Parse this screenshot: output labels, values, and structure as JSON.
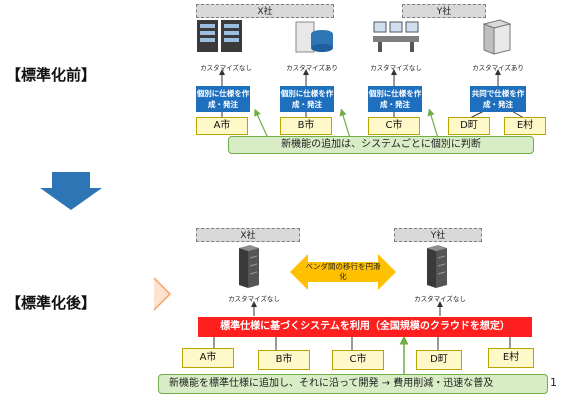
{
  "before": {
    "heading": "【標準化前】",
    "vendors": [
      "X社",
      "Y社"
    ],
    "customize_labels": [
      "カスタマイズなし",
      "カスタマイズあり",
      "カスタマイズなし",
      "カスタマイズあり"
    ],
    "spec_boxes": [
      "個別に仕様を作成・発注",
      "個別に仕様を作成・発注",
      "個別に仕様を作成・発注",
      "共同で仕様を作成・発注"
    ],
    "municipalities": [
      "A市",
      "B市",
      "C市",
      "D町",
      "E村"
    ],
    "note": "新機能の追加は、システムごとに個別に判断"
  },
  "after": {
    "heading": "【標準化後】",
    "vendors": [
      "X社",
      "Y社"
    ],
    "migration": "ベンダ間の移行を円滑化",
    "customize_labels": [
      "カスタマイズなし",
      "カスタマイズなし"
    ],
    "standard_bar": "標準仕様に基づくシステムを利用（全国規模のクラウドを想定）",
    "municipalities": [
      "A市",
      "B市",
      "C市",
      "D町",
      "E村"
    ],
    "note": "新機能を標準仕様に追加し、それに沿って開発 → 費用削減・迅速な普及",
    "page_number": "1"
  },
  "colors": {
    "blue_box": "#1f6fbf",
    "red_bar": "#ff1f1f",
    "green_bar": "#d8ecc6",
    "muni_fill": "#fff8c8",
    "arrow_yellow": "#ffc000",
    "down_arrow": "#2e75b6"
  }
}
